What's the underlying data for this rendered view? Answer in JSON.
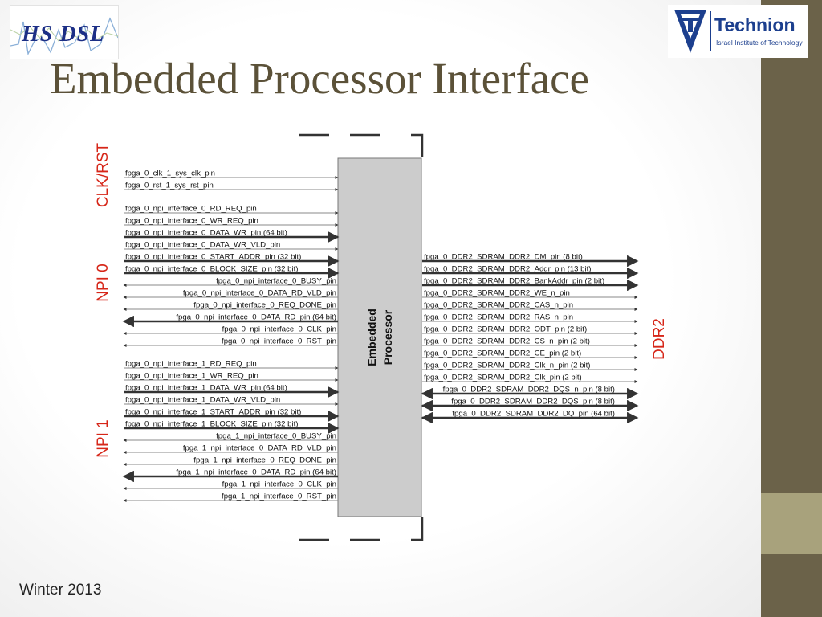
{
  "slide": {
    "title": "Embedded Processor Interface",
    "footer": "Winter 2013"
  },
  "logos": {
    "left_text": "HS DSL",
    "right_name": "Technion",
    "right_subtitle": "Israel Institute of Technology"
  },
  "colors": {
    "title": "#5b5138",
    "group_label": "#d62618",
    "side_band": "#6b6249",
    "side_band_light": "#a8a27c",
    "processor_box": "#cccccc"
  },
  "diagram": {
    "processor_label_line1": "Embedded",
    "processor_label_line2": "Processor",
    "groups": [
      {
        "label": "CLK/RST",
        "side": "left"
      },
      {
        "label": "NPI 0",
        "side": "left"
      },
      {
        "label": "NPI 1",
        "side": "left"
      },
      {
        "label": "DDR2",
        "side": "right"
      }
    ],
    "left_signals": [
      {
        "name": "fpga_0_clk_1_sys_clk_pin",
        "dir": "in",
        "bus": false,
        "align": "left"
      },
      {
        "name": "fpga_0_rst_1_sys_rst_pin",
        "dir": "in",
        "bus": false,
        "align": "left"
      },
      {
        "name": "fpga_0_npi_interface_0_RD_REQ_pin",
        "dir": "in",
        "bus": false,
        "align": "left"
      },
      {
        "name": "fpga_0_npi_interface_0_WR_REQ_pin",
        "dir": "in",
        "bus": false,
        "align": "left"
      },
      {
        "name": "fpga_0_npi_interface_0_DATA_WR_pin (64 bit)",
        "dir": "in",
        "bus": true,
        "align": "left"
      },
      {
        "name": "fpga_0_npi_interface_0_DATA_WR_VLD_pin",
        "dir": "in",
        "bus": false,
        "align": "left"
      },
      {
        "name": "fpga_0_npi_interface_0_START_ADDR_pin (32 bit)",
        "dir": "in",
        "bus": true,
        "align": "left"
      },
      {
        "name": "fpga_0_npi_interface_0_BLOCK_SIZE_pin (32 bit)",
        "dir": "in",
        "bus": true,
        "align": "left"
      },
      {
        "name": "fpga_0_npi_interface_0_BUSY_pin",
        "dir": "out",
        "bus": false,
        "align": "right"
      },
      {
        "name": "fpga_0_npi_interface_0_DATA_RD_VLD_pin",
        "dir": "out",
        "bus": false,
        "align": "right"
      },
      {
        "name": "fpga_0_npi_interface_0_REQ_DONE_pin",
        "dir": "out",
        "bus": false,
        "align": "right"
      },
      {
        "name": "fpga_0_npi_interface_0_DATA_RD_pin (64 bit)",
        "dir": "out",
        "bus": true,
        "align": "right"
      },
      {
        "name": "fpga_0_npi_interface_0_CLK_pin",
        "dir": "out",
        "bus": false,
        "align": "right"
      },
      {
        "name": "fpga_0_npi_interface_0_RST_pin",
        "dir": "out",
        "bus": false,
        "align": "right"
      },
      {
        "name": "fpga_0_npi_interface_1_RD_REQ_pin",
        "dir": "in",
        "bus": false,
        "align": "left"
      },
      {
        "name": "fpga_0_npi_interface_1_WR_REQ_pin",
        "dir": "in",
        "bus": false,
        "align": "left"
      },
      {
        "name": "fpga_0_npi_interface_1_DATA_WR_pin (64 bit)",
        "dir": "in",
        "bus": true,
        "align": "left"
      },
      {
        "name": "fpga_0_npi_interface_1_DATA_WR_VLD_pin",
        "dir": "in",
        "bus": false,
        "align": "left"
      },
      {
        "name": "fpga_0_npi_interface_1_START_ADDR_pin (32 bit)",
        "dir": "in",
        "bus": true,
        "align": "left"
      },
      {
        "name": "fpga_0_npi_interface_1_BLOCK_SIZE_pin (32 bit)",
        "dir": "in",
        "bus": true,
        "align": "left"
      },
      {
        "name": "fpga_1_npi_interface_0_BUSY_pin",
        "dir": "out",
        "bus": false,
        "align": "right"
      },
      {
        "name": "fpga_1_npi_interface_0_DATA_RD_VLD_pin",
        "dir": "out",
        "bus": false,
        "align": "right"
      },
      {
        "name": "fpga_1_npi_interface_0_REQ_DONE_pin",
        "dir": "out",
        "bus": false,
        "align": "right"
      },
      {
        "name": "fpga_1_npi_interface_0_DATA_RD_pin (64 bit)",
        "dir": "out",
        "bus": true,
        "align": "right"
      },
      {
        "name": "fpga_1_npi_interface_0_CLK_pin",
        "dir": "out",
        "bus": false,
        "align": "right"
      },
      {
        "name": "fpga_1_npi_interface_0_RST_pin",
        "dir": "out",
        "bus": false,
        "align": "right"
      }
    ],
    "right_signals": [
      {
        "name": "fpga_0_DDR2_SDRAM_DDR2_DM_pin (8 bit)",
        "dir": "out",
        "bus": true,
        "align": "left"
      },
      {
        "name": "fpga_0_DDR2_SDRAM_DDR2_Addr_pin (13 bit)",
        "dir": "out",
        "bus": true,
        "align": "left"
      },
      {
        "name": "fpga_0_DDR2_SDRAM_DDR2_BankAddr_pin (2 bit)",
        "dir": "out",
        "bus": true,
        "align": "left"
      },
      {
        "name": "fpga_0_DDR2_SDRAM_DDR2_WE_n_pin",
        "dir": "out",
        "bus": false,
        "align": "left"
      },
      {
        "name": "fpga_0_DDR2_SDRAM_DDR2_CAS_n_pin",
        "dir": "out",
        "bus": false,
        "align": "left"
      },
      {
        "name": "fpga_0_DDR2_SDRAM_DDR2_RAS_n_pin",
        "dir": "out",
        "bus": false,
        "align": "left"
      },
      {
        "name": "fpga_0_DDR2_SDRAM_DDR2_ODT_pin (2 bit)",
        "dir": "out",
        "bus": false,
        "align": "left"
      },
      {
        "name": "fpga_0_DDR2_SDRAM_DDR2_CS_n_pin (2 bit)",
        "dir": "out",
        "bus": false,
        "align": "left"
      },
      {
        "name": "fpga_0_DDR2_SDRAM_DDR2_CE_pin (2 bit)",
        "dir": "out",
        "bus": false,
        "align": "left"
      },
      {
        "name": "fpga_0_DDR2_SDRAM_DDR2_Clk_n_pin (2 bit)",
        "dir": "out",
        "bus": false,
        "align": "left"
      },
      {
        "name": "fpga_0_DDR2_SDRAM_DDR2_Clk_pin (2 bit)",
        "dir": "out",
        "bus": false,
        "align": "left"
      },
      {
        "name": "fpga_0_DDR2_SDRAM_DDR2_DQS_n_pin (8 bit)",
        "dir": "bi",
        "bus": true,
        "align": "right"
      },
      {
        "name": "fpga_0_DDR2_SDRAM_DDR2_DQS_pin (8 bit)",
        "dir": "bi",
        "bus": true,
        "align": "right"
      },
      {
        "name": "fpga_0_DDR2_SDRAM_DDR2_DQ_pin (64 bit)",
        "dir": "bi",
        "bus": true,
        "align": "right"
      }
    ]
  }
}
